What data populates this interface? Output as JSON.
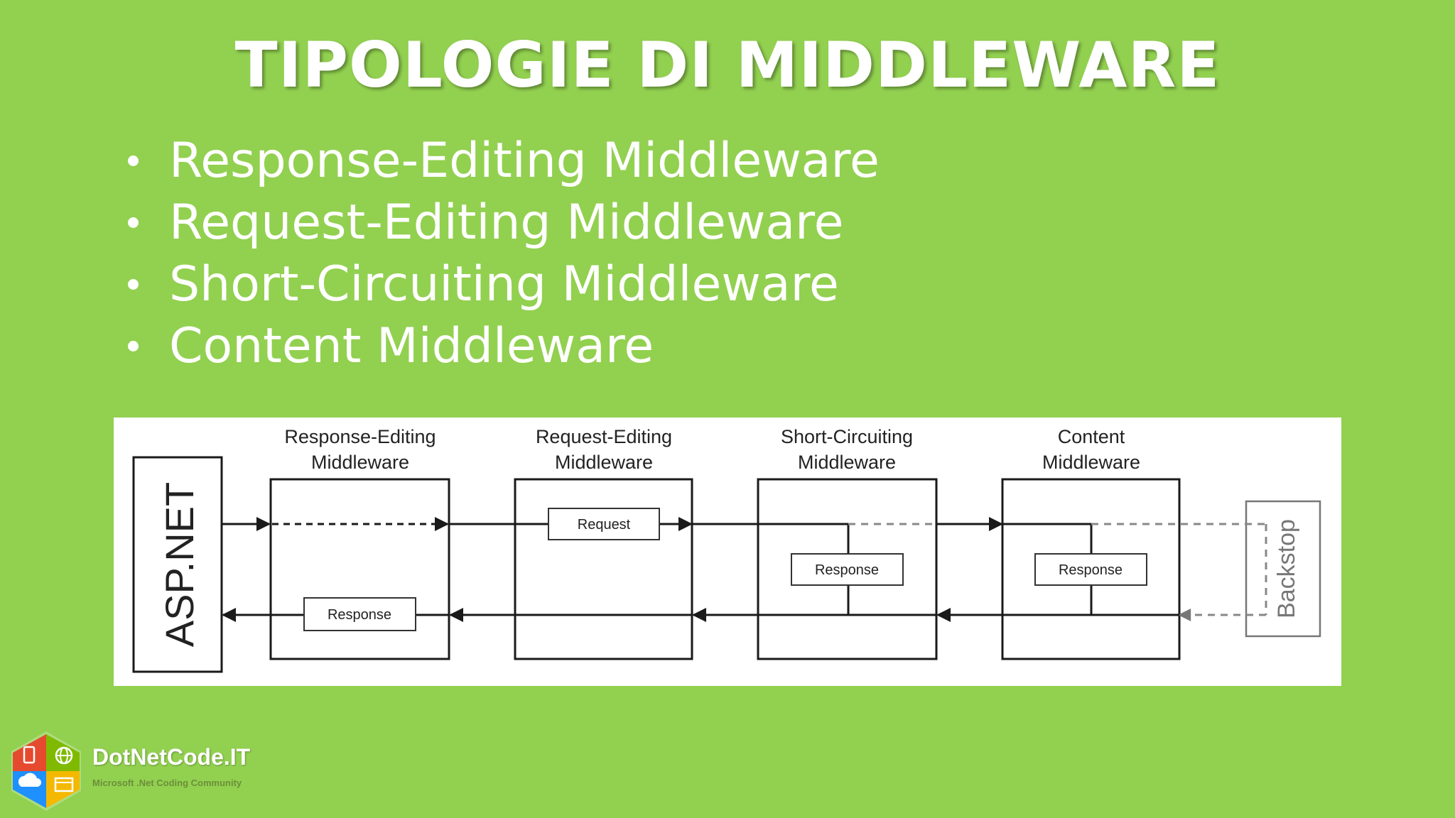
{
  "slide": {
    "title": "TIPOLOGIE DI MIDDLEWARE",
    "bullets": [
      "Response-Editing Middleware",
      "Request-Editing Middleware",
      "Short-Circuiting Middleware",
      "Content Middleware"
    ]
  },
  "diagram": {
    "host_label": "ASP.NET",
    "middlewares": [
      {
        "title_line1": "Response-Editing",
        "title_line2": "Middleware",
        "inner_label": "Response"
      },
      {
        "title_line1": "Request-Editing",
        "title_line2": "Middleware",
        "inner_label": "Request"
      },
      {
        "title_line1": "Short-Circuiting",
        "title_line2": "Middleware",
        "inner_label": "Response"
      },
      {
        "title_line1": "Content",
        "title_line2": "Middleware",
        "inner_label": "Response"
      }
    ],
    "backstop_label": "Backstop"
  },
  "branding": {
    "name": "DotNetCode.IT",
    "tagline": "Microsoft .Net Coding Community",
    "logo_icons": [
      "mobile-icon",
      "globe-icon",
      "cloud-icon",
      "window-icon"
    ]
  },
  "colors": {
    "background": "#92D050",
    "text": "#ffffff",
    "diagram_line": "#1a1a1a",
    "dashed_line_muted": "#888888"
  }
}
